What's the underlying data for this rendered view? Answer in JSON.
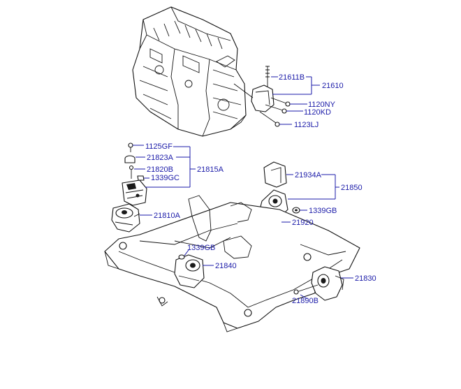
{
  "labels": {
    "p21611B": "21611B",
    "p21610": "21610",
    "p1120NY": "1120NY",
    "p1120KD": "1120KD",
    "p1123LJ": "1123LJ",
    "p1125GF": "1125GF",
    "p21823A": "21823A",
    "p21820B": "21820B",
    "p1339GC": "1339GC",
    "p21815A": "21815A",
    "p21810A": "21810A",
    "p21934A": "21934A",
    "p21850": "21850",
    "p1339GB_a": "1339GB",
    "p21920": "21920",
    "p1339GB_b": "1339GB",
    "p21840": "21840",
    "p21830": "21830",
    "p21890B": "21890B"
  },
  "colors": {
    "label": "#1a1aa8",
    "ink": "#111111"
  }
}
